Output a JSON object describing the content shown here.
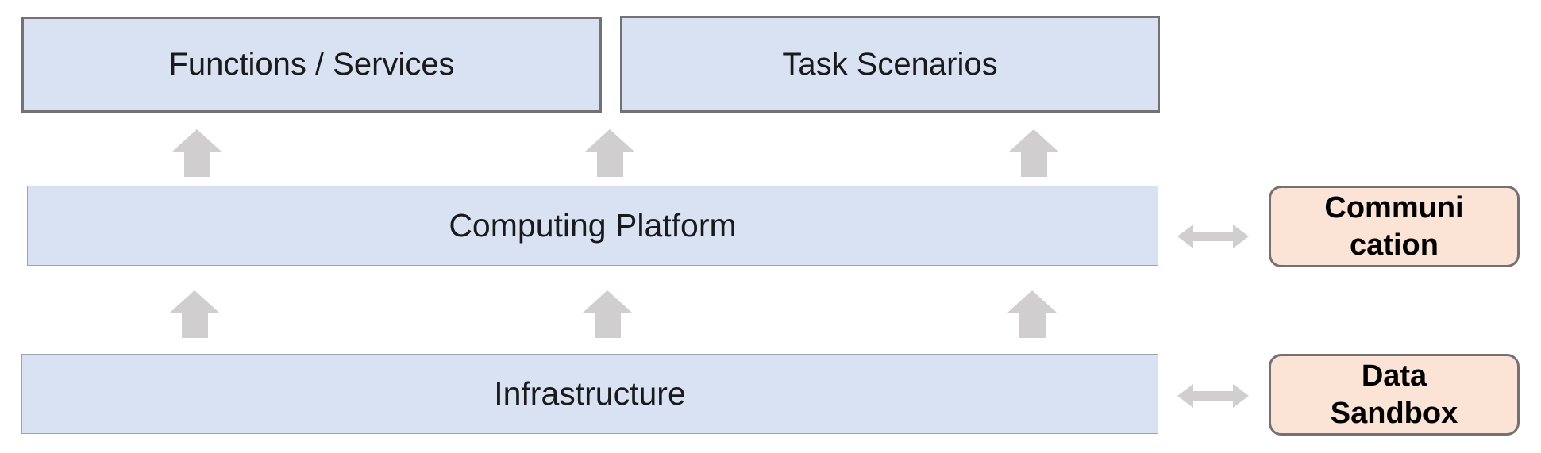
{
  "layers": {
    "functions_services": "Functions / Services",
    "task_scenarios": "Task Scenarios",
    "computing_platform": "Computing Platform",
    "infrastructure": "Infrastructure"
  },
  "side_boxes": {
    "communication": [
      "Communi",
      "cation"
    ],
    "data_sandbox": [
      "Data",
      "Sandbox"
    ]
  },
  "colors": {
    "layer_fill": "#d9e2f3",
    "side_fill": "#fbe3d6",
    "border": "#767171",
    "arrow": "#d0cece"
  }
}
